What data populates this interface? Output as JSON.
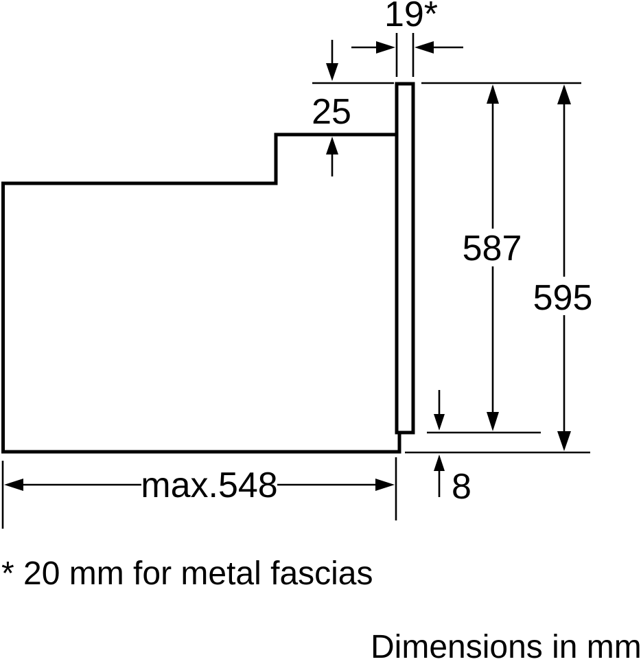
{
  "diagram": {
    "type": "appliance-installation-dimensions",
    "dimensions": {
      "fascia_thickness": "19*",
      "fascia_top_offset": "25",
      "body_height": "587",
      "front_height": "595",
      "bottom_gap": "8",
      "max_depth": "max.548"
    },
    "footnote": "* 20 mm for metal fascias",
    "units_note": "Dimensions in mm",
    "colors": {
      "line": "#000000",
      "background": "#ffffff"
    }
  }
}
